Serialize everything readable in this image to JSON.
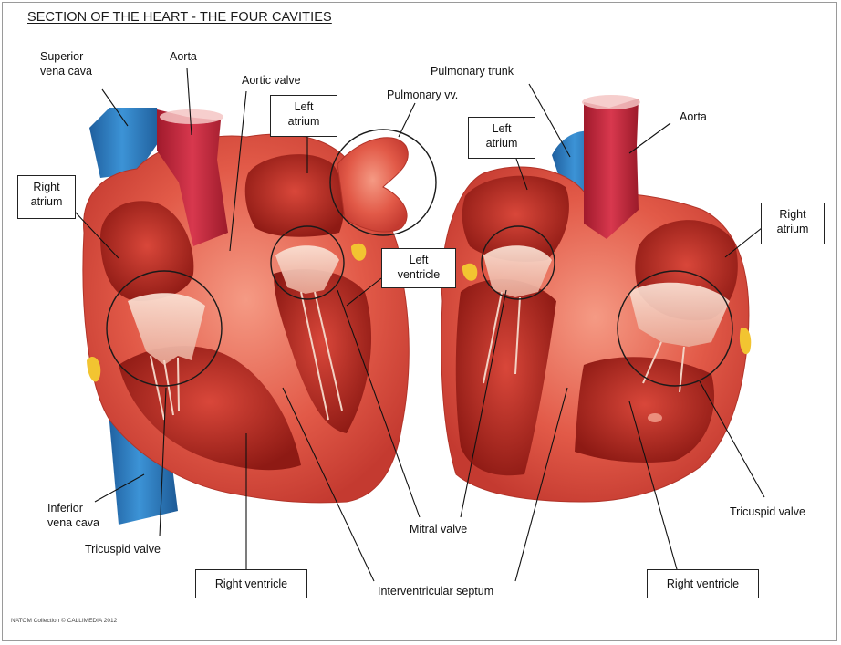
{
  "title": "SECTION OF THE HEART - THE FOUR CAVITIES",
  "credit": "NATOM Collection © CALLIMEDIA 2012",
  "labels": {
    "superior_vena_cava": "Superior\nvena cava",
    "aorta_left": "Aorta",
    "aortic_valve": "Aortic valve",
    "pulmonary_vv": "Pulmonary vv.",
    "pulmonary_trunk": "Pulmonary trunk",
    "aorta_right": "Aorta",
    "inferior_vena_cava": "Inferior\nvena cava",
    "tricuspid_valve_left": "Tricuspid valve",
    "mitral_valve": "Mitral valve",
    "interventricular_septum": "Interventricular septum",
    "tricuspid_valve_right": "Tricuspid valve"
  },
  "boxes": {
    "right_atrium_left": "Right\natrium",
    "left_atrium_left": "Left\natrium",
    "left_ventricle": "Left\nventricle",
    "left_atrium_right": "Left\natrium",
    "right_atrium_right": "Right\natrium",
    "right_ventricle_left": "Right ventricle",
    "right_ventricle_right": "Right ventricle"
  },
  "colors": {
    "muscle": "#d9483d",
    "muscle_light": "#f08a72",
    "cavity": "#b8241d",
    "vein": "#2f7fc1",
    "artery": "#c4283f",
    "fat": "#f2c431"
  }
}
